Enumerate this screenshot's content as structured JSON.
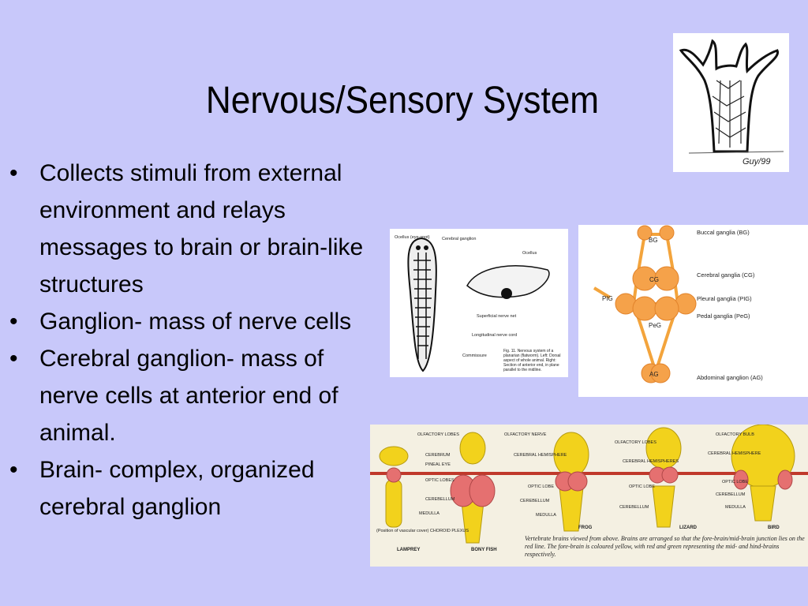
{
  "slide": {
    "title": "Nervous/Sensory System",
    "bullets": [
      {
        "marker": "•",
        "text": "Collects stimuli from external environment and relays messages to brain or brain-like structures"
      },
      {
        "marker": "•",
        "text": "Ganglion- mass of nerve cells"
      },
      {
        "marker": "•",
        "text": "Cerebral ganglion- mass of nerve cells at anterior end of animal."
      },
      {
        "marker": "•",
        "text": "Brain- complex, organized cerebral ganglion"
      }
    ]
  },
  "hydra_image": {
    "signature": "Guy/99"
  },
  "planarian_image": {
    "labels": {
      "ocellus_eyespot": "Ocellus (eye-spot)",
      "cerebral_ganglion": "Cerebral ganglion",
      "ocellus": "Ocellus",
      "superficial_nerve_net": "Superficial nerve net",
      "longitudinal_nerve_cord": "Longitudinal nerve cord",
      "commissure": "Commissure",
      "caption": "Fig. 11. Nervous system of a planarian (flatworm). Left: Dorsal aspect of whole animal. Right: Section of anterior end, in plane parallel to the midline."
    }
  },
  "mollusc_image": {
    "labels": {
      "bg": "BG",
      "cg": "CG",
      "pig": "PIG",
      "peg": "PeG",
      "ag": "AG",
      "buccal": "Buccal ganglia (BG)",
      "cerebral": "Cerebral ganglia (CG)",
      "pleural": "Pleural ganglia (PIG)",
      "pedal": "Pedal ganglia (PeG)",
      "abdominal": "Abdominal ganglion (AG)"
    },
    "colors": {
      "ganglion": "#f5a24a",
      "nerve": "#f3a43c"
    }
  },
  "vertebrate_image": {
    "labels": {
      "olfactory_lobes": "OLFACTORY LOBES",
      "cerebrum": "CEREBRUM",
      "pineal_eye": "PINEAL EYE",
      "optic_lobes": "OPTIC LOBES",
      "cerebellum": "CEREBELLUM",
      "medulla": "MEDULLA",
      "choroid": "(Position of vascular cover) CHOROID PLEXUS",
      "olfactory_nerve": "OLFACTORY NERVE",
      "cerebral_hemisphere": "CEREBRAL HEMISPHERE",
      "optic_lobe": "OPTIC LOBE",
      "cerebellum2": "CEREBELLUM",
      "medulla2": "MEDULLA",
      "olfactory_lobes2": "OLFACTORY LOBES",
      "cerebral_hemispheres": "CEREBRAL HEMISPHERES",
      "optic_lobe2": "OPTIC LOBE",
      "cerebellum3": "CEREBELLUM",
      "olfactory_bulb": "OLFACTORY BULB",
      "cerebral_hemisphere2": "CEREBRAL HEMISPHERE",
      "optic_lobe3": "OPTIC LOBE",
      "cerebellum4": "CEREBELLUM",
      "medulla3": "MEDULLA",
      "lamprey": "LAMPREY",
      "bony_fish": "BONY FISH",
      "frog": "FROG",
      "lizard": "LIZARD",
      "bird": "BIRD",
      "caption": "Vertebrate brains viewed from above. Brains are arranged so that the fore-brain/mid-brain junction lies on the red line. The fore-brain is coloured yellow, with red and green representing the mid- and hind-brains respectively."
    },
    "colors": {
      "red_line": "#c0392b",
      "forebrain": "#f2d21c",
      "midbrain": "#e57070"
    }
  }
}
